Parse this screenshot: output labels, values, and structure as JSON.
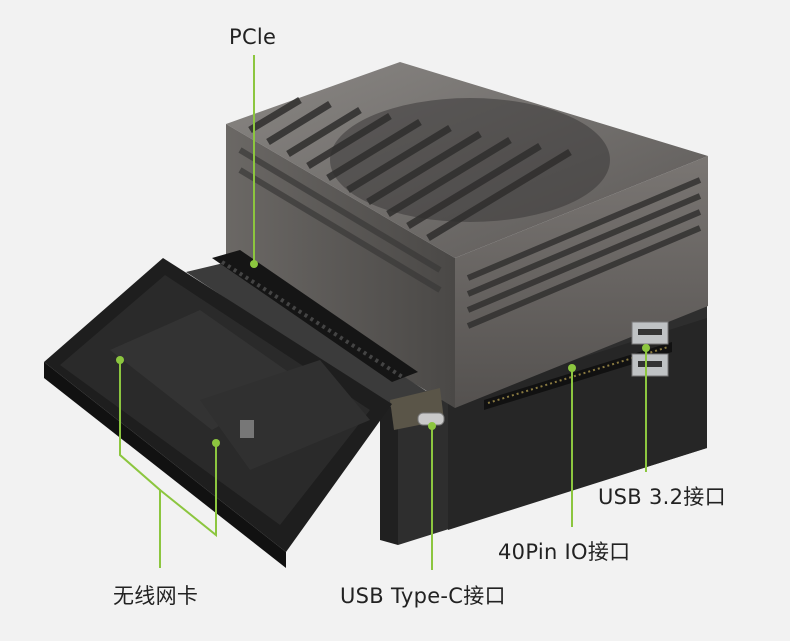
{
  "callouts": {
    "pcie": "PCle",
    "usb32": "USB 3.2接口",
    "gpio": "40Pin IO接口",
    "typec": "USB Type-C接口",
    "wifi": "无线网卡"
  },
  "colors": {
    "background": "#f2f2f2",
    "leader_line": "#8cc63f",
    "heatsink": "#6f6c69",
    "base": "#2b2b2b"
  }
}
